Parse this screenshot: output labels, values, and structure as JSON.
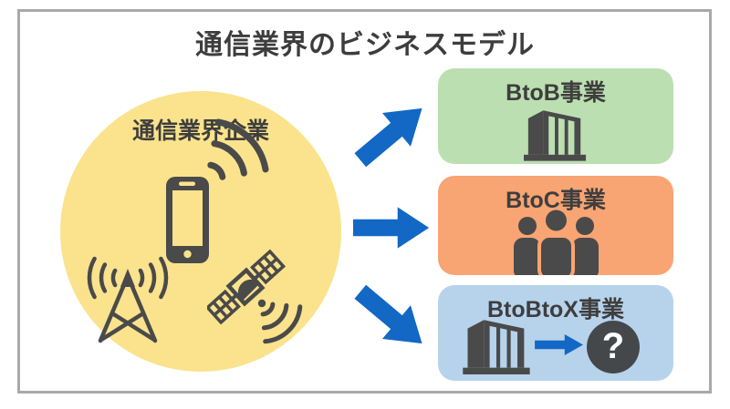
{
  "title": "通信業界のビジネスモデル",
  "source": {
    "label": "通信業界企業",
    "bg": "#fae38c",
    "icons": [
      "smartphone-wifi-icon",
      "radio-tower-icon",
      "satellite-icon"
    ]
  },
  "targets": [
    {
      "label": "BtoB事業",
      "bg": "#bcdfb2",
      "icon": "office-building-icon"
    },
    {
      "label": "BtoC事業",
      "bg": "#f8a473",
      "icon": "people-group-icon"
    },
    {
      "label": "BtoBtoX事業",
      "bg": "#b7d3ec",
      "icon": "building-to-unknown-icon",
      "question_mark": "?"
    }
  ],
  "colors": {
    "arrow": "#1268c4",
    "icon_dark": "#4a4a4a",
    "text": "#3d3d3d",
    "frame_border": "#a9a9a9",
    "question_circle": "#45484b",
    "background": "#ffffff"
  }
}
